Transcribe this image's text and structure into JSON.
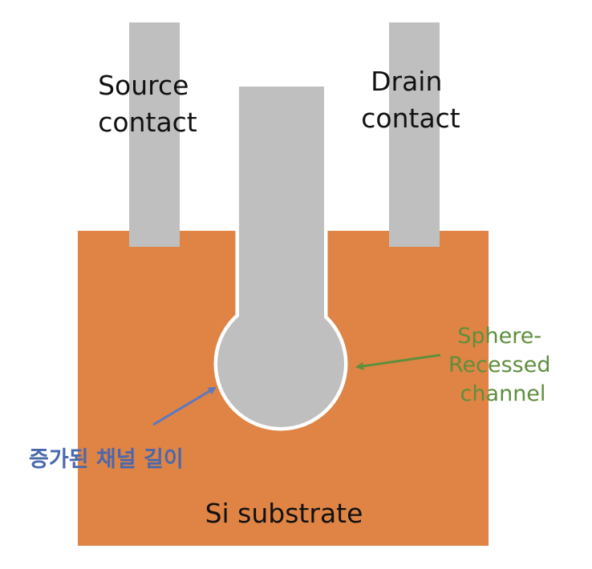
{
  "colors": {
    "substrate": "#df8444",
    "metal": "#bfbfbf",
    "outline": "#ffffff",
    "channel_arrow": "#5e8f3c",
    "length_arrow": "#5b78c2",
    "channel_text": "#5e8f3c",
    "length_text": "#4a68ad",
    "text": "#111111"
  },
  "labels": {
    "source_line1": "Source",
    "source_line2": "contact",
    "drain_line1": "Drain",
    "drain_line2": "contact",
    "channel_line1": "Sphere-",
    "channel_line2": "Recessed",
    "channel_line3": "channel",
    "increased_length": "증가된 채널 길이",
    "substrate": "Si substrate"
  }
}
